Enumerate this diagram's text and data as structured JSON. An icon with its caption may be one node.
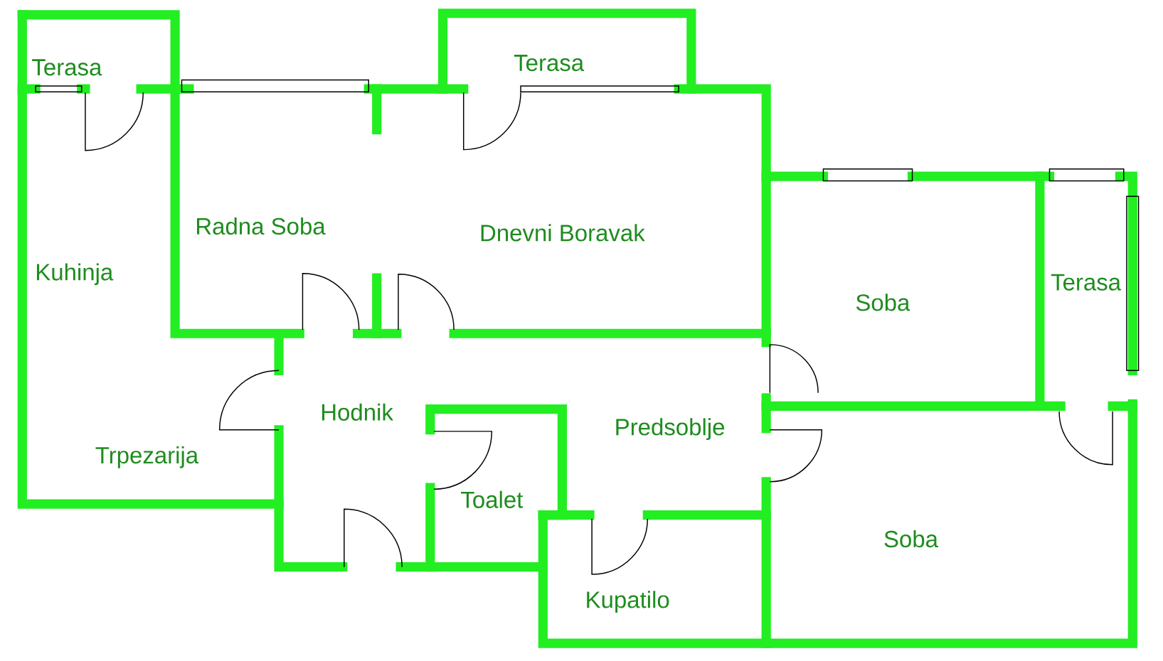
{
  "diagram": {
    "labels": [
      "Terasa",
      "Terasa",
      "Radna Soba",
      "Dnevni Boravak",
      "Kuhinja",
      "Terasa",
      "Soba",
      "Hodnik",
      "Predsoblje",
      "Trpezarija",
      "Toalet",
      "Soba",
      "Kupatilo"
    ]
  }
}
